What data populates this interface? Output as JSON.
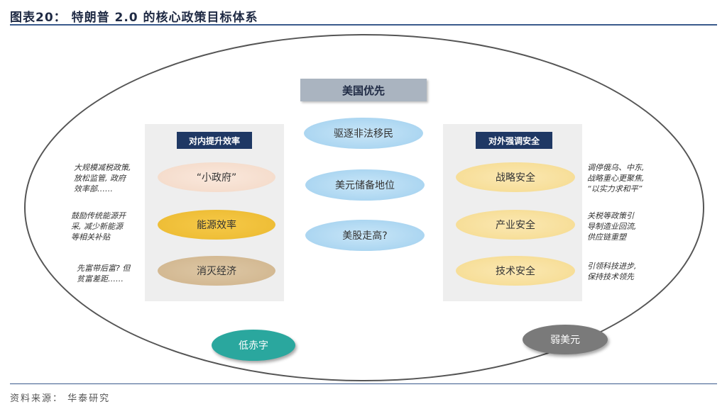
{
  "figure": {
    "title": "图表20： 特朗普 2.0 的核心政策目标体系",
    "source": "资料来源： 华泰研究"
  },
  "center": {
    "header": "美国优先",
    "items": [
      "驱逐非法移民",
      "美元储备地位",
      "美股走高?"
    ]
  },
  "left": {
    "header": "对内提升效率",
    "items": [
      "“小政府”",
      "能源效率",
      "消灭经济"
    ],
    "notes": [
      [
        "大规模减税政策,",
        "放松监管, 政府",
        "效率部……"
      ],
      [
        "鼓励传统能源开",
        "采, 减少新能源",
        "等相关补贴"
      ],
      [
        "先富带后富? 但",
        "贫富差距……"
      ]
    ]
  },
  "right": {
    "header": "对外强调安全",
    "items": [
      "战略安全",
      "产业安全",
      "技术安全"
    ],
    "notes": [
      [
        "调停俄乌、中东,",
        "战略重心更聚焦,",
        "“以实力求和平”"
      ],
      [
        "关税等政策引",
        "导制造业回流,",
        "供应链重塑"
      ],
      [
        "引领科技进步,",
        "保持技术领先"
      ]
    ]
  },
  "bottom": {
    "left": "低赤字",
    "right": "弱美元"
  }
}
